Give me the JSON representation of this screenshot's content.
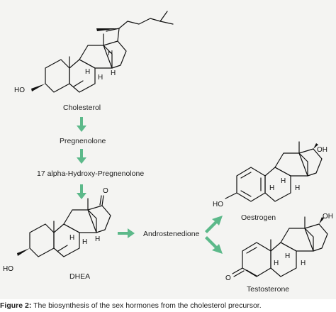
{
  "labels": {
    "cholesterol": "Cholesterol",
    "pregnenolone": "Pregnenolone",
    "hydroxy": "17 alpha-Hydroxy-Pregnenolone",
    "dhea": "DHEA",
    "androstenedione": "Androstenedione",
    "oestrogen": "Oestrogen",
    "testosterone": "Testosterone"
  },
  "atoms": {
    "ho": "HO",
    "oh": "OH",
    "o": "O",
    "h": "H"
  },
  "caption": {
    "lead": "Figure 2:",
    "text": " The biosynthesis of the sex hormones from the cholesterol precursor."
  },
  "colors": {
    "arrow": "#5cb98a",
    "background": "#f4f4f2"
  }
}
